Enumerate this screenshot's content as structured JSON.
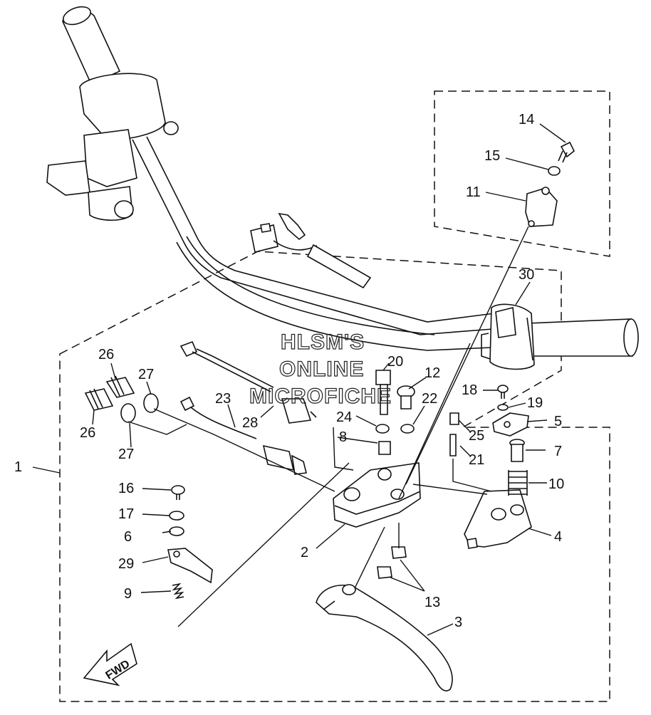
{
  "watermark": {
    "line1": "HLSM'S",
    "line2": "ONLINE",
    "line3": "MICROFICHE"
  },
  "fwd_label": "FWD",
  "callouts": [
    {
      "id": "1",
      "label": "1"
    },
    {
      "id": "2",
      "label": "2"
    },
    {
      "id": "3",
      "label": "3"
    },
    {
      "id": "4",
      "label": "4"
    },
    {
      "id": "5",
      "label": "5"
    },
    {
      "id": "6",
      "label": "6"
    },
    {
      "id": "7",
      "label": "7"
    },
    {
      "id": "8",
      "label": "8"
    },
    {
      "id": "9",
      "label": "9"
    },
    {
      "id": "10",
      "label": "10"
    },
    {
      "id": "11",
      "label": "11"
    },
    {
      "id": "12",
      "label": "12"
    },
    {
      "id": "13",
      "label": "13"
    },
    {
      "id": "14",
      "label": "14"
    },
    {
      "id": "15",
      "label": "15"
    },
    {
      "id": "16",
      "label": "16"
    },
    {
      "id": "17",
      "label": "17"
    },
    {
      "id": "18",
      "label": "18"
    },
    {
      "id": "19",
      "label": "19"
    },
    {
      "id": "20",
      "label": "20"
    },
    {
      "id": "21",
      "label": "21"
    },
    {
      "id": "22",
      "label": "22"
    },
    {
      "id": "23",
      "label": "23"
    },
    {
      "id": "24",
      "label": "24"
    },
    {
      "id": "25",
      "label": "25"
    },
    {
      "id": "26a",
      "label": "26"
    },
    {
      "id": "26b",
      "label": "26"
    },
    {
      "id": "27a",
      "label": "27"
    },
    {
      "id": "27b",
      "label": "27"
    },
    {
      "id": "28",
      "label": "28"
    },
    {
      "id": "29",
      "label": "29"
    },
    {
      "id": "30",
      "label": "30"
    }
  ]
}
